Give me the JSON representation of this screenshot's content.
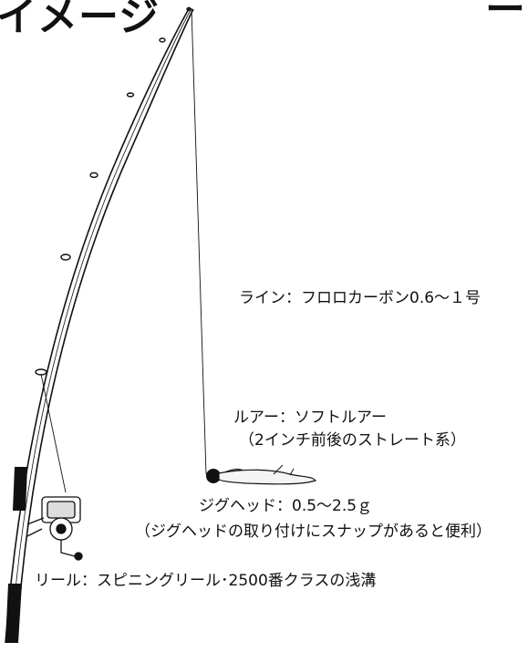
{
  "heading": {
    "title_fragment": "イメージ",
    "right_fragment": "ー"
  },
  "labels": {
    "line": "ライン：フロロカーボン0.6～１号",
    "lure_line1": "ルアー：ソフトルアー",
    "lure_line2": "（2インチ前後のストレート系）",
    "jighead_line1": "ジグヘッド：0.5～2.5ｇ",
    "jighead_line2": "（ジグヘッドの取り付けにスナップがあると便利）",
    "reel": "リール：スピニングリール･2500番クラスの浅溝"
  },
  "colors": {
    "ink": "#111111",
    "background": "#ffffff",
    "lure_fill": "#f4f4f4"
  }
}
